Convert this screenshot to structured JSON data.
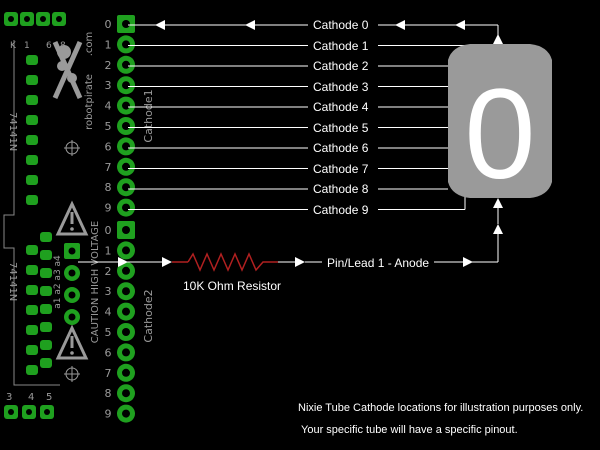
{
  "cathodes": [
    "Cathode 0",
    "Cathode 1",
    "Cathode 2",
    "Cathode 3",
    "Cathode 4",
    "Cathode 5",
    "Cathode 6",
    "Cathode 7",
    "Cathode 8",
    "Cathode 9"
  ],
  "tube": {
    "digit": "0",
    "body_color": "#9a9a9a",
    "digit_color": "#ffffff"
  },
  "anode": {
    "label": "Pin/Lead 1 - Anode"
  },
  "resistor": {
    "label": "10K Ohm Resistor",
    "color": "#b02020"
  },
  "notes": {
    "line1": "Nixie Tube Cathode locations for illustration purposes only.",
    "line2": "Your specific tube will have a specific pinout."
  },
  "board": {
    "pad_color": "#1fa01f",
    "silk_cathode1": "Cathode1",
    "silk_cathode2": "Cathode2",
    "silk_caution": "CAUTION HIGH VOLTAGE",
    "silk_ic_left_top": "74141N",
    "silk_ic_left_bottom": "74141N",
    "silk_robotpirate": "robotpirate",
    "silk_com": ".com",
    "silk_anodes": "a1 a2 a3 a4",
    "header_top_numbers": [
      "K",
      "1",
      "6",
      "8"
    ],
    "header_bottom_numbers": [
      "3",
      "4",
      "5"
    ],
    "cathode1_pin_numbers": [
      "0",
      "1",
      "2",
      "3",
      "4",
      "5",
      "6",
      "7",
      "8",
      "9"
    ],
    "cathode2_pin_numbers": [
      "0",
      "1",
      "2",
      "3",
      "4",
      "5",
      "6",
      "7",
      "8",
      "9"
    ]
  }
}
